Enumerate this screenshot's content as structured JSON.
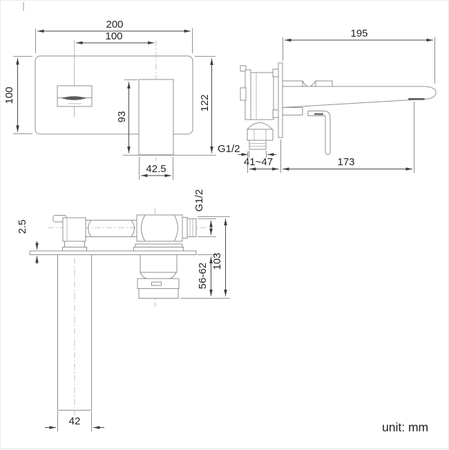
{
  "unit_note": "unit: mm",
  "front_view": {
    "plate_width": "200",
    "center_distance": "100",
    "plate_height": "100",
    "spout_drop": "93",
    "overall_drop": "122",
    "spout_width": "42.5"
  },
  "side_view": {
    "spout_reach": "195",
    "thread": "G1/2",
    "wall_depth": "41~47",
    "outlet_distance": "173"
  },
  "bottom_view": {
    "plate_thickness": "2.5",
    "thread": "G1/2",
    "handle_depth": "56-62",
    "body_depth": "103",
    "spout_width": "42"
  }
}
